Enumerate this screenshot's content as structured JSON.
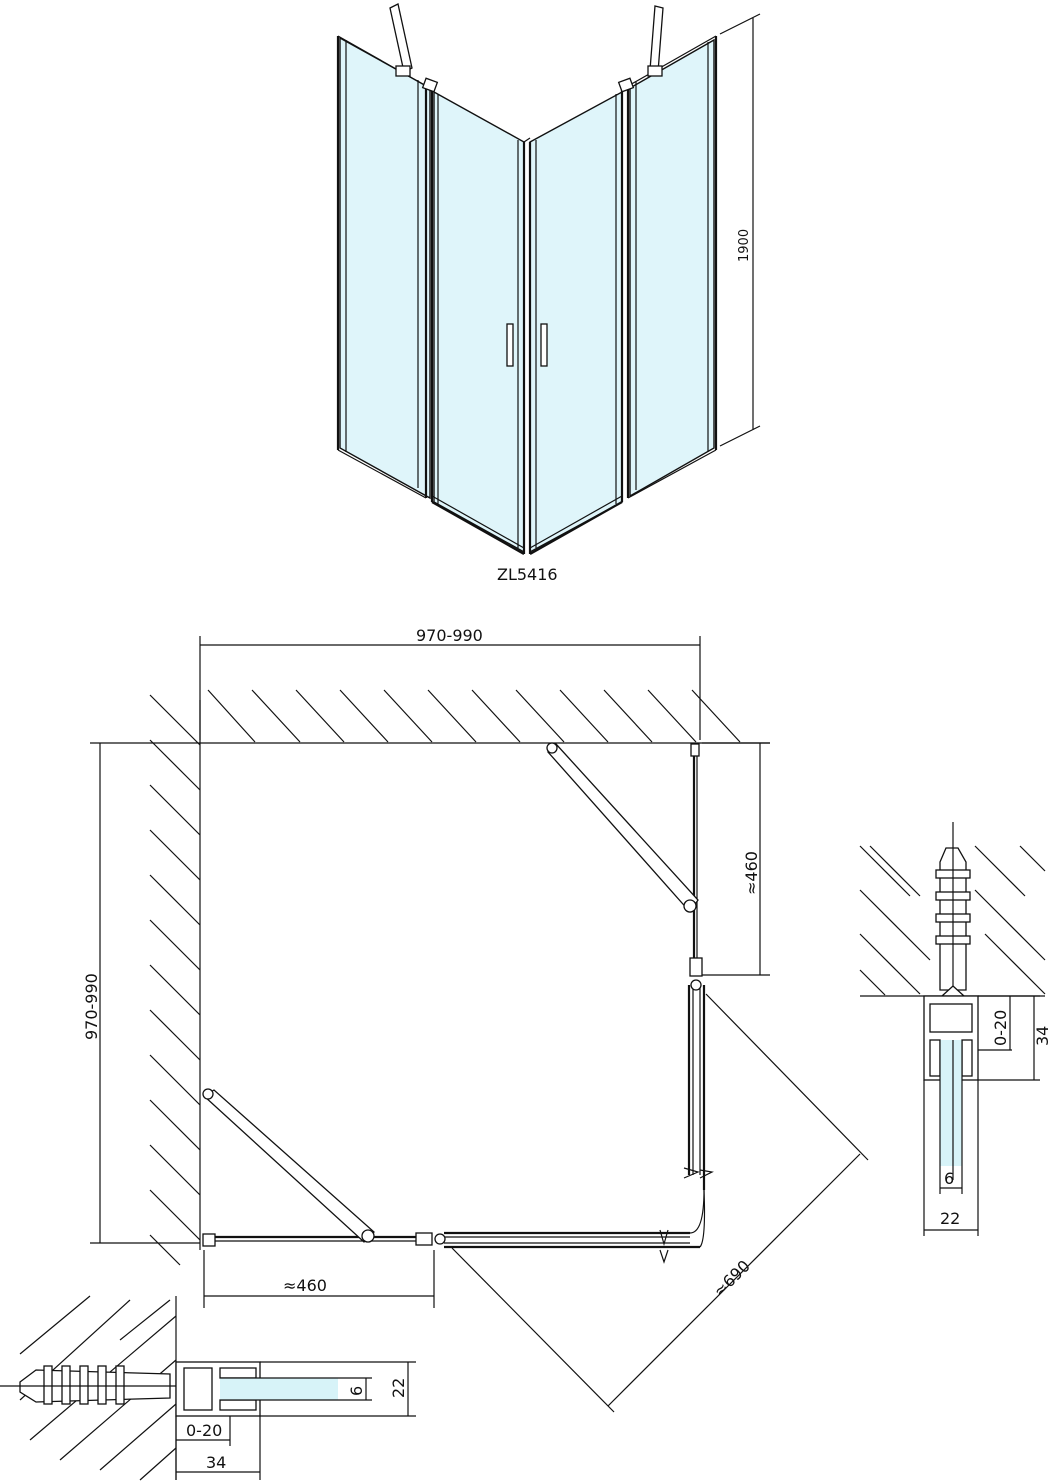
{
  "model_label": "ZL5416",
  "dimensions": {
    "height": "1900",
    "width_top": "970-990",
    "depth_left": "970-990",
    "door_right": "≈460",
    "door_bottom": "≈460",
    "diagonal": "≈690"
  },
  "detail_right": {
    "adjust": "0-20",
    "profile": "34",
    "glass": "6",
    "profile_width": "22"
  },
  "detail_bottom": {
    "adjust": "0-20",
    "profile": "34",
    "glass": "6",
    "profile_width": "22"
  },
  "colors": {
    "glass": "#dff5fa",
    "line": "#111111"
  }
}
